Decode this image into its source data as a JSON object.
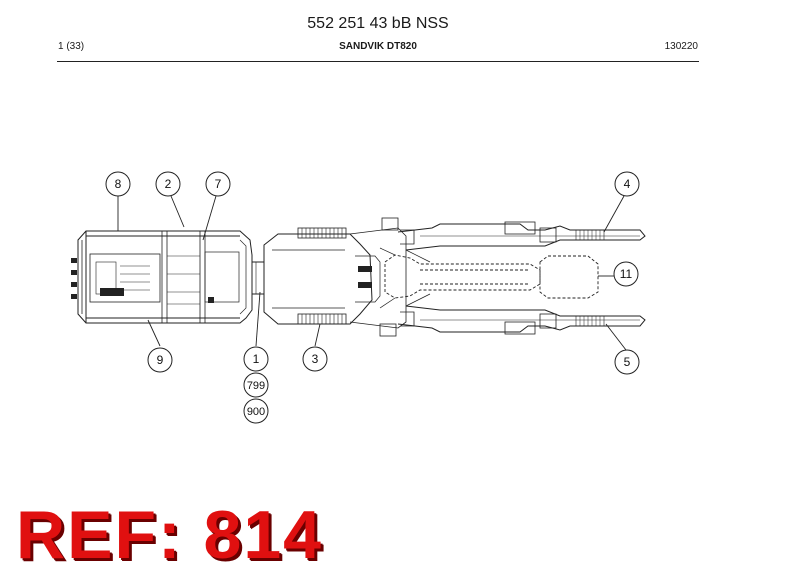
{
  "document": {
    "part_number": "552 251 43 bB NSS",
    "page": "1 (33)",
    "model": "SANDVIK DT820",
    "date_code": "130220"
  },
  "callouts": [
    "8",
    "2",
    "7",
    "4",
    "11",
    "9",
    "1",
    "799",
    "900",
    "3",
    "5"
  ],
  "ref_stamp": "REF: 814"
}
